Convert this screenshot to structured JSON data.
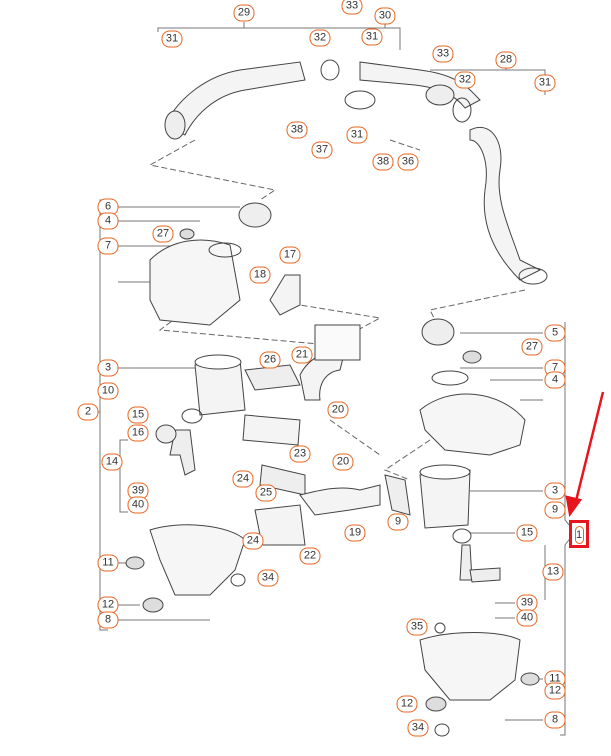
{
  "diagram": {
    "callouts": [
      "29",
      "33",
      "30",
      "31",
      "32",
      "31",
      "33",
      "28",
      "32",
      "31",
      "38",
      "31",
      "37",
      "38",
      "36",
      "6",
      "4",
      "27",
      "7",
      "17",
      "18",
      "5",
      "27",
      "7",
      "4",
      "3",
      "26",
      "21",
      "10",
      "2",
      "20",
      "15",
      "16",
      "14",
      "23",
      "20",
      "24",
      "25",
      "3",
      "9",
      "39",
      "40",
      "15",
      "9",
      "19",
      "24",
      "22",
      "13",
      "11",
      "34",
      "12",
      "8",
      "39",
      "40",
      "35",
      "11",
      "12",
      "12",
      "34",
      "8"
    ],
    "highlighted_callout": "1",
    "colors": {
      "callout_ring": "#e8641e",
      "highlight": "#e8141e",
      "line": "#555555"
    }
  }
}
